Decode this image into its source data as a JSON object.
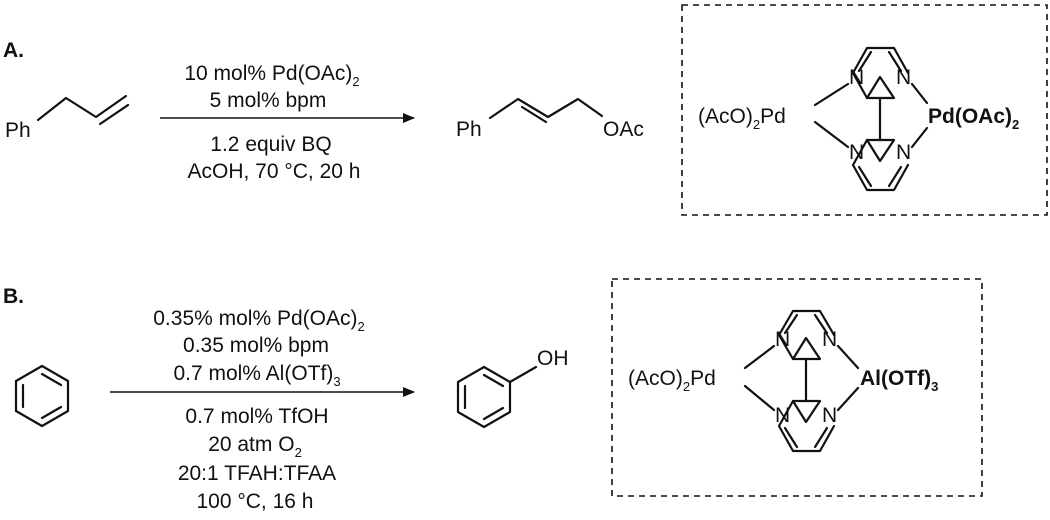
{
  "panel_a": {
    "label": "A.",
    "reactant": "Ph",
    "product_ph": "Ph",
    "product_oac": "OAc",
    "conditions_above": [
      "10 mol% Pd(OAc)",
      "5 mol% bpm"
    ],
    "conditions_above_sub": "2",
    "conditions_below": [
      "1.2 equiv BQ",
      "AcOH, 70 °C, 20 h"
    ],
    "complex": {
      "left_metal": "(AcO)",
      "left_metal_sub": "2",
      "left_metal_tail": "Pd",
      "right_metal": "Pd(OAc)",
      "right_metal_sub": "2",
      "n": "N"
    }
  },
  "panel_b": {
    "label": "B.",
    "product_oh": "OH",
    "conditions_above_1": "0.35% mol% Pd(OAc)",
    "conditions_above_1_sub": "2",
    "conditions_above_2": "0.35 mol% bpm",
    "conditions_above_3": "0.7 mol% Al(OTf)",
    "conditions_above_3_sub": "3",
    "conditions_below_1": "0.7 mol% TfOH",
    "conditions_below_2": "20 atm O",
    "conditions_below_2_sub": "2",
    "conditions_below_3": "20:1 TFAH:TFAA",
    "conditions_below_4": "100 °C, 16 h",
    "complex": {
      "left_metal": "(AcO)",
      "left_metal_sub": "2",
      "left_metal_tail": "Pd",
      "right_metal": "Al(OTf)",
      "right_metal_sub": "3",
      "n": "N"
    }
  }
}
